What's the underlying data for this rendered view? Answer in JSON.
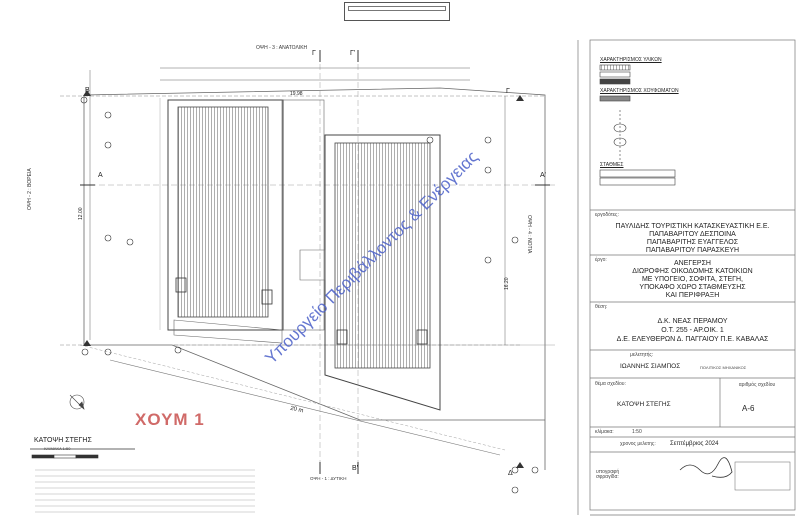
{
  "drawing": {
    "watermark": "Υπουργείο Περιβάλλοντος & Ενέργειας",
    "stamp_label": "ΧΟΥΜ 1",
    "view_title": "ΚΑΤΟΨΗ ΣΤΕΓΗΣ",
    "view_scale": "ΚΛΙΜΑΚΑ 1:50",
    "facade_north": "ΟΨΗ - 3 : ΑΝΑΤΟΛΙΚΗ",
    "facade_south": "ΟΨΗ - 1 : ΔΥΤΙΚΗ",
    "facade_west": "ΟΨΗ - 2 : ΒΟΡΕΙΑ",
    "facade_east": "ΟΨΗ - 4 : ΝΟΤΙΑ",
    "section_marks": [
      "Γ",
      "Γ",
      "Α",
      "Α'",
      "Β",
      "Β'",
      "Γ'",
      "Δ"
    ],
    "dimension_labels": [
      "12.00",
      "19.98",
      "20 m",
      "16.20"
    ]
  },
  "legend": {
    "materials_title": "ΧΑΡΑΚΤΗΡΙΣΜΟΣ ΥΛΙΚΩΝ",
    "heights_title": "ΧΑΡΑΚΤΗΡΙΣΜΟΣ ΧΟΥΦΩΜΑΤΩΝ",
    "levels_title": "ΣΤΑΘΜΕΣ"
  },
  "title_block": {
    "project_label": "εργοδότες:",
    "owners": [
      "ΠΑΥΛΙΔΗΣ ΤΟΥΡΙΣΤΙΚΗ ΚΑΤΑΣΚΕΥΑΣΤΙΚΗ Ε.Ε.",
      "ΠΑΠΑΒΑΡΙΤΟΥ ΔΕΣΠΟΙΝΑ",
      "ΠΑΠΑΒΑΡΙΤΗΣ ΕΥΑΓΓΕΛΟΣ",
      "ΠΑΠΑΒΑΡΙΤΟΥ ΠΑΡΑΣΚΕΥΗ"
    ],
    "work_label": "έργο:",
    "work_lines": [
      "ΑΝΕΓΕΡΣΗ",
      "ΔΙΩΡΟΦΗΣ ΟΙΚΟΔΟΜΗΣ ΚΑΤΟΙΚΙΩΝ",
      "ΜΕ ΥΠΟΓΕΙΟ, ΣΟΦΙΤΑ, ΣΤΕΓΗ,",
      "ΥΠΟΚΑΦΟ ΧΩΡΟ ΣΤΑΘΜΕΥΣΗΣ",
      "ΚΑΙ ΠΕΡΙΦΡΑΞΗ"
    ],
    "location_label": "θέση:",
    "location_lines": [
      "Δ.Κ. ΝΕΑΣ ΠΕΡΑΜΟΥ",
      "Ο.Τ. 255 - ΑΡ.ΟΙΚ. 1",
      "Δ.Ε. ΕΛΕΥΘΕΡΩΝ   Δ. ΠΑΓΓΑΙΟΥ   Π.Ε. ΚΑΒΑΛΑΣ"
    ],
    "study_label": "μελετητής:",
    "engineer": "ΙΩΑΝΝΗΣ ΣΙΑΜΠΟΣ",
    "engineer_role": "ΠΟΛΙΤΙΚΟΣ ΜΗΧΑΝΙΚΟΣ",
    "drawing_label": "θέμα σχεδίου:",
    "drawing_title": "ΚΑΤΟΨΗ ΣΤΕΓΗΣ",
    "sheet_no_label": "αριθμός σχεδίου",
    "sheet_no": "Α-6",
    "scale_label": "κλίμακα:",
    "scale_value": "1:50",
    "date_label": "χρονος μελετης:",
    "date_value": "Σεπτέμβριος 2024",
    "signature_label": "υπογραφή σφραγίδα:"
  },
  "colors": {
    "line": "#555555",
    "watermark": "#4a5fc8",
    "stamp": "#d06a68"
  }
}
